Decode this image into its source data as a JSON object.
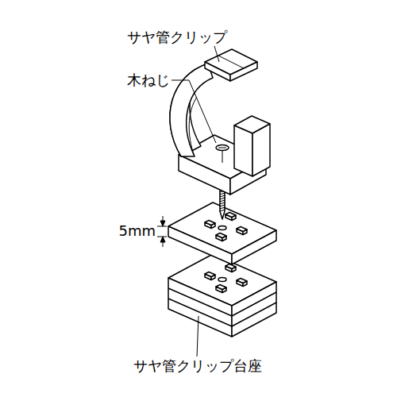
{
  "diagram": {
    "labels": [
      "サヤ管クリップ",
      "木ねじ",
      "5mm",
      "サヤ管クリップ台座"
    ]
  }
}
